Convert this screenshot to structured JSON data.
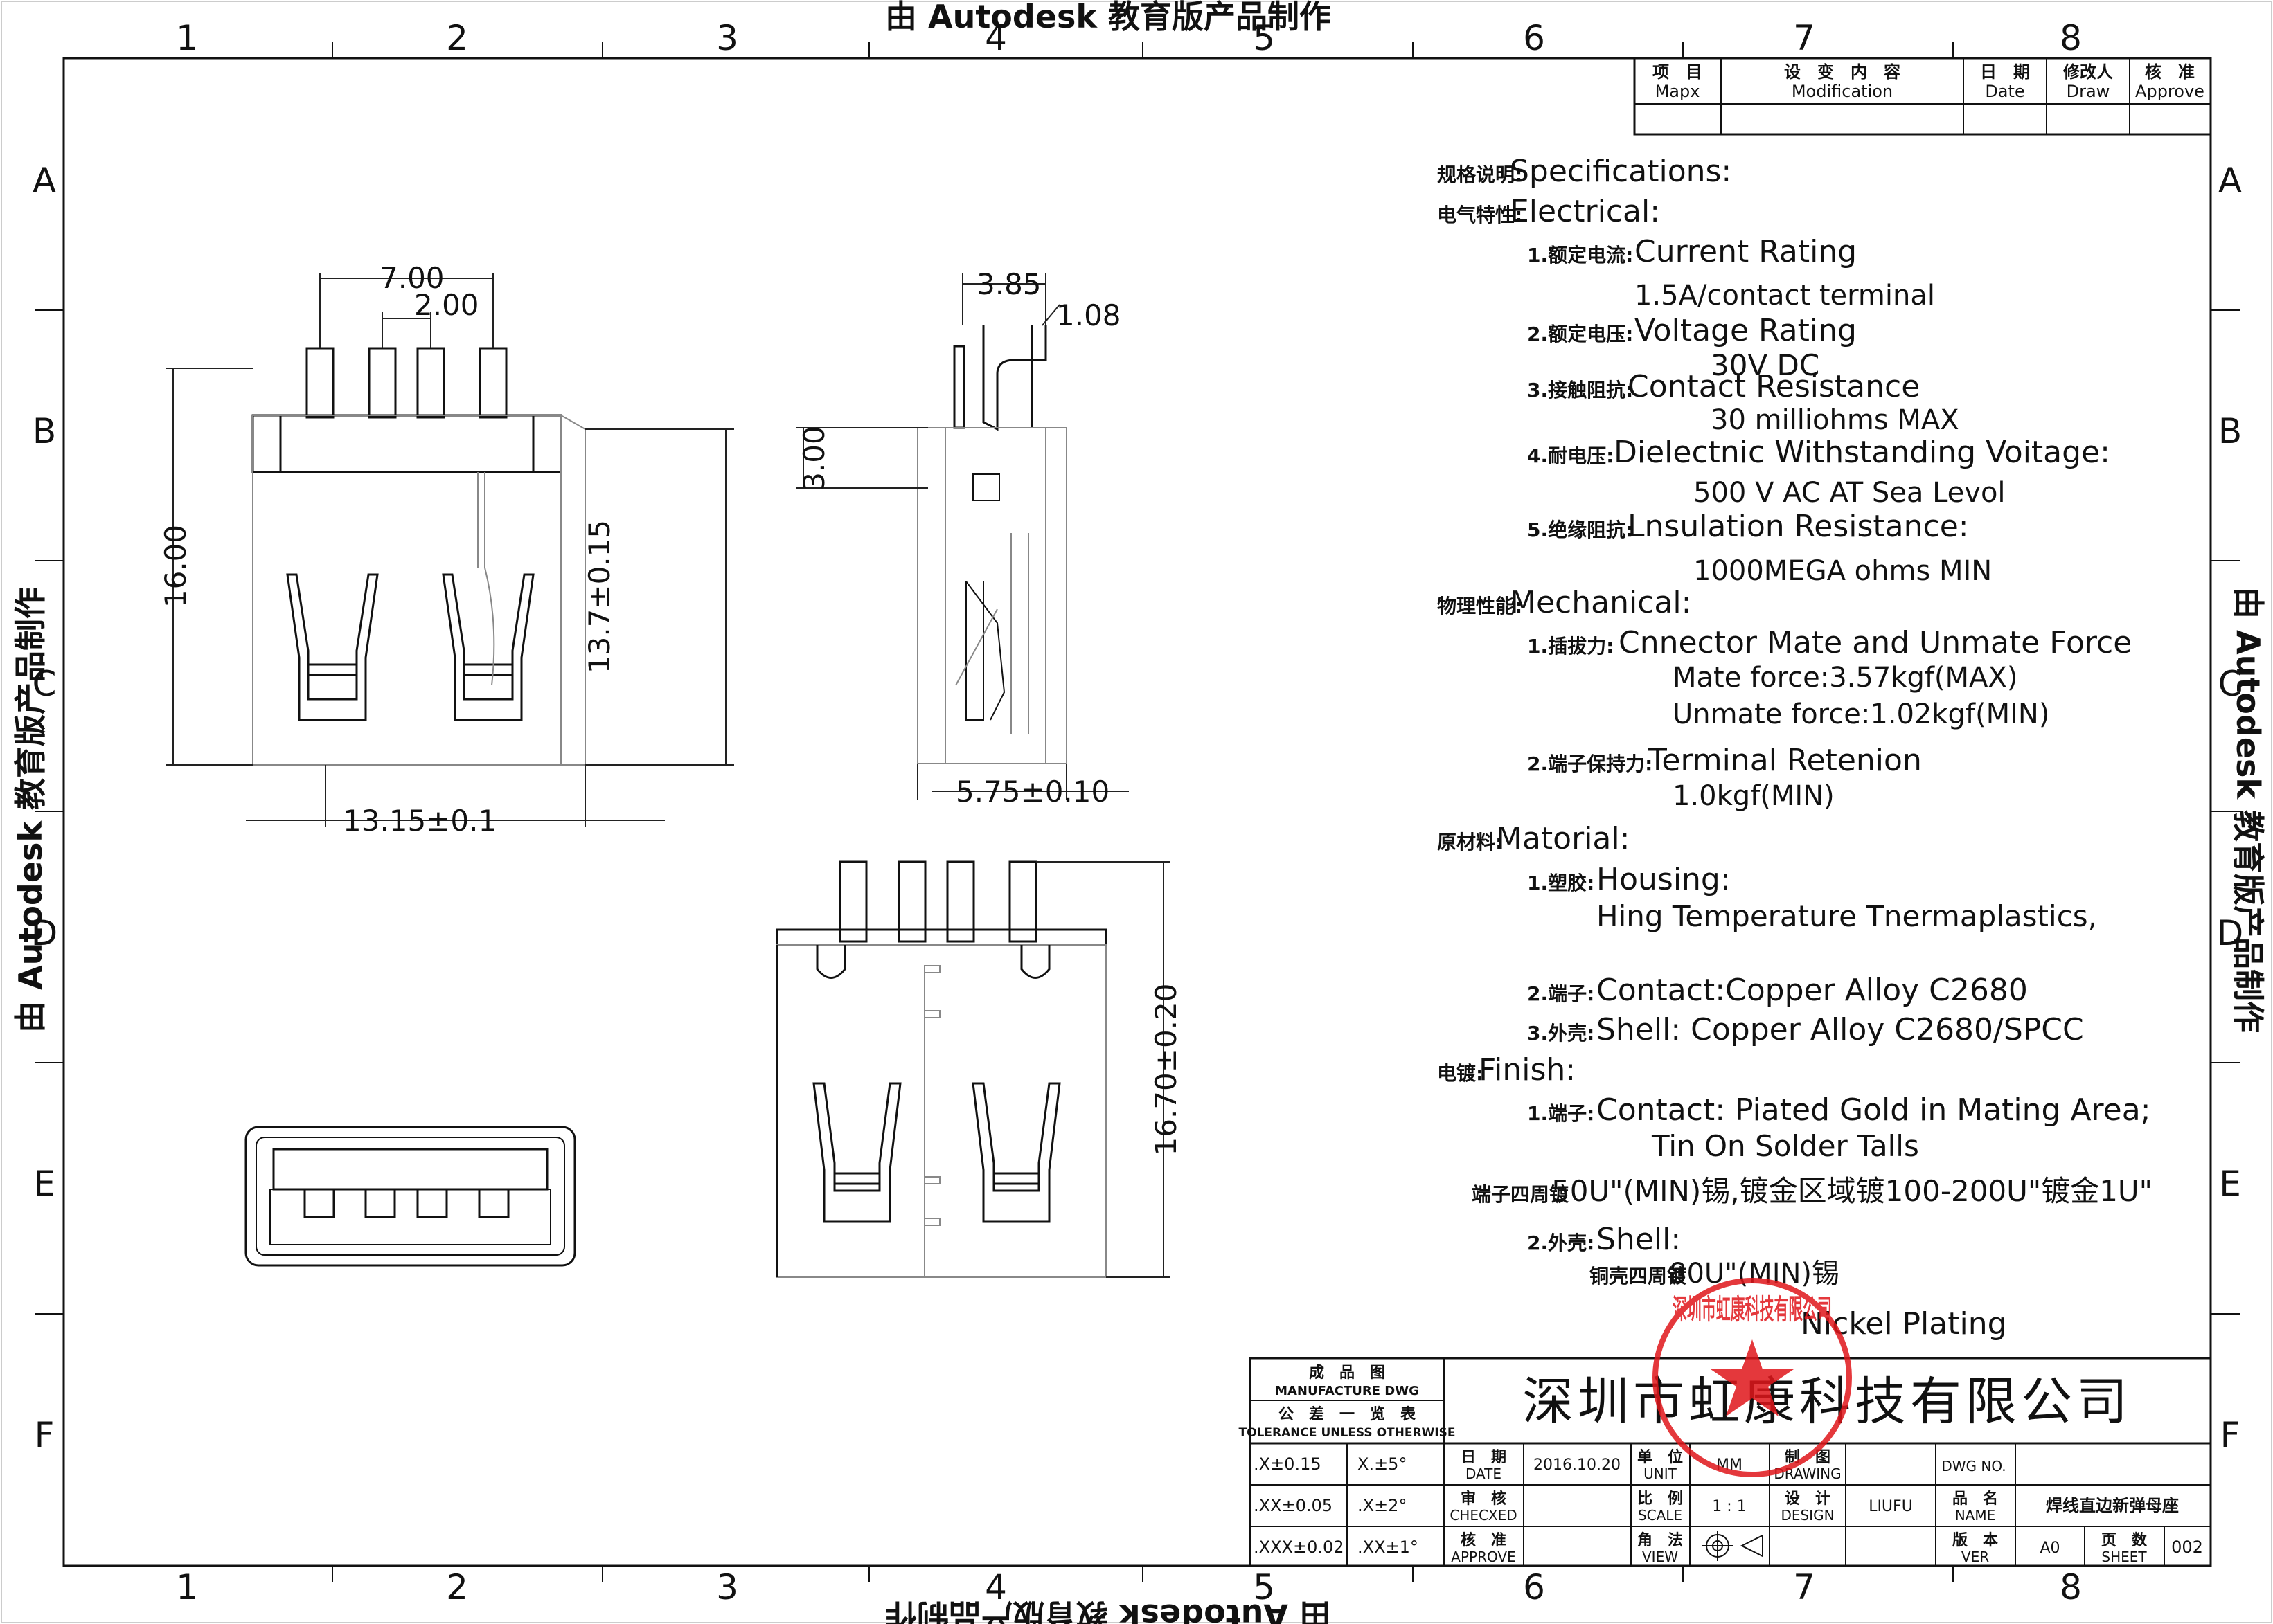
{
  "watermark": "由 Autodesk 教育版产品制作",
  "grid": {
    "cols": [
      "1",
      "2",
      "3",
      "4",
      "5",
      "6",
      "7",
      "8"
    ],
    "rows": [
      "A",
      "B",
      "C",
      "D",
      "E",
      "F"
    ]
  },
  "revision_header": {
    "item": "项　目",
    "item_en": "Mapx",
    "modification": "设　变　内　容",
    "modification_en": "Modification",
    "date": "日　期",
    "date_en": "Date",
    "drawer": "修改人",
    "drawer_en": "Draw",
    "approve": "核　准",
    "approve_en": "Approve"
  },
  "dimensions": {
    "top_width": "7.00",
    "pin_pitch": "2.00",
    "body_height": "16.00",
    "height_tol": "13.7±0.15",
    "body_width": "13.15±0.1",
    "side_top": "3.85",
    "side_small": "1.08",
    "side_pin": "3.00",
    "side_width": "5.75±0.10",
    "front_height": "16.70±0.20"
  },
  "specs": [
    {
      "cn": "规格说明:",
      "en": "Specifications:"
    },
    {
      "cn": "电气特性:",
      "en": "Electrical:"
    },
    {
      "cn": "1.额定电流:",
      "en": "Current  Rating"
    },
    {
      "cn": "",
      "en": "1.5A/contact  terminal"
    },
    {
      "cn": "2.额定电压:",
      "en": "Voltage  Rating"
    },
    {
      "cn": "",
      "en": "30V  DC"
    },
    {
      "cn": "3.接触阻抗:",
      "en": "Contact  Resistance"
    },
    {
      "cn": "",
      "en": "30  milliohms  MAX"
    },
    {
      "cn": "4.耐电压:",
      "en": "Dielectnic  Withstanding  Voitage:"
    },
    {
      "cn": "",
      "en": "500  V  AC  AT  Sea  Levol"
    },
    {
      "cn": "5.绝缘阻抗:",
      "en": "Lnsulation  Resistance:"
    },
    {
      "cn": "",
      "en": "1000MEGA  ohms  MIN"
    },
    {
      "cn": "物理性能:",
      "en": "Mechanical:"
    },
    {
      "cn": "1.插拔力:",
      "en": "Cnnector  Mate  and  Unmate  Force"
    },
    {
      "cn": "",
      "en": "Mate  force:3.57kgf(MAX)"
    },
    {
      "cn": "",
      "en": "Unmate  force:1.02kgf(MIN)"
    },
    {
      "cn": "2.端子保持力:",
      "en": "Terminal  Retenion"
    },
    {
      "cn": "",
      "en": "1.0kgf(MIN)"
    },
    {
      "cn": "原材料:",
      "en": "Matorial:"
    },
    {
      "cn": "1.塑胶:",
      "en": "Housing:"
    },
    {
      "cn": "",
      "en": "Hing  Temperature    Tnermaplastics,"
    },
    {
      "cn": "2.端子:",
      "en": "Contact:Copper  Alloy  C2680"
    },
    {
      "cn": "3.外壳:",
      "en": "Shell:  Copper  Alloy  C2680/SPCC"
    },
    {
      "cn": "电镀:",
      "en": "Finish:"
    },
    {
      "cn": "1.端子:",
      "en": "Contact:  Piated  Gold  in  Mating  Area;"
    },
    {
      "cn": "",
      "en": "Tin  On  Solder  Talls"
    },
    {
      "cn": "端子四周镀",
      "en": "50U\"(MIN)锡,镀金区域镀100-200U\"镀金1U\""
    },
    {
      "cn": "2.外壳:",
      "en": "Shell:"
    },
    {
      "cn": "铜壳四周镀",
      "en": "80U\"(MIN)锡"
    },
    {
      "cn": "",
      "en": "Nickel  Plating"
    }
  ],
  "title_block": {
    "mfg_cn": "成　品　图",
    "mfg_en": "MANUFACTURE  DWG",
    "tol_cn": "公　差　一　览　表",
    "tol_en": "TOLERANCE  UNLESS  OTHERWISE",
    "company": "深圳市虹康科技有限公司",
    "tol": [
      {
        "lin": ".X±0.15",
        "ang": "X.±5°"
      },
      {
        "lin": ".XX±0.05",
        "ang": ".X±2°"
      },
      {
        "lin": ".XXX±0.02",
        "ang": ".XX±1°"
      }
    ],
    "date_cn": "日　期",
    "date_en": "DATE",
    "date_val": "2016.10.20",
    "unit_cn": "单　位",
    "unit_en": "UNIT",
    "unit_val": "MM",
    "drawing_cn": "制　图",
    "drawing_en": "DRAWING",
    "dwgno": "DWG NO.",
    "checked_cn": "审　核",
    "checked_en": "CHECXED",
    "scale_cn": "比　例",
    "scale_en": "SCALE",
    "scale_val": "1 : 1",
    "design_cn": "设　计",
    "design_en": "DESIGN",
    "design_val": "LIUFU",
    "name_cn": "品　名",
    "name_en": "NAME",
    "name_val": "焊线直边新弹母座",
    "approve_cn": "核　准",
    "approve_en": "APPROVE",
    "view_cn": "角　法",
    "view_en": "VIEW",
    "ver_cn": "版　本",
    "ver_en": "VER",
    "ver_val": "A0",
    "sheet_cn": "页　数",
    "sheet_en": "SHEET",
    "sheet_val": "002"
  },
  "seal": {
    "text": "深圳市虹康科技有限公司",
    "color": "#e0161b"
  }
}
